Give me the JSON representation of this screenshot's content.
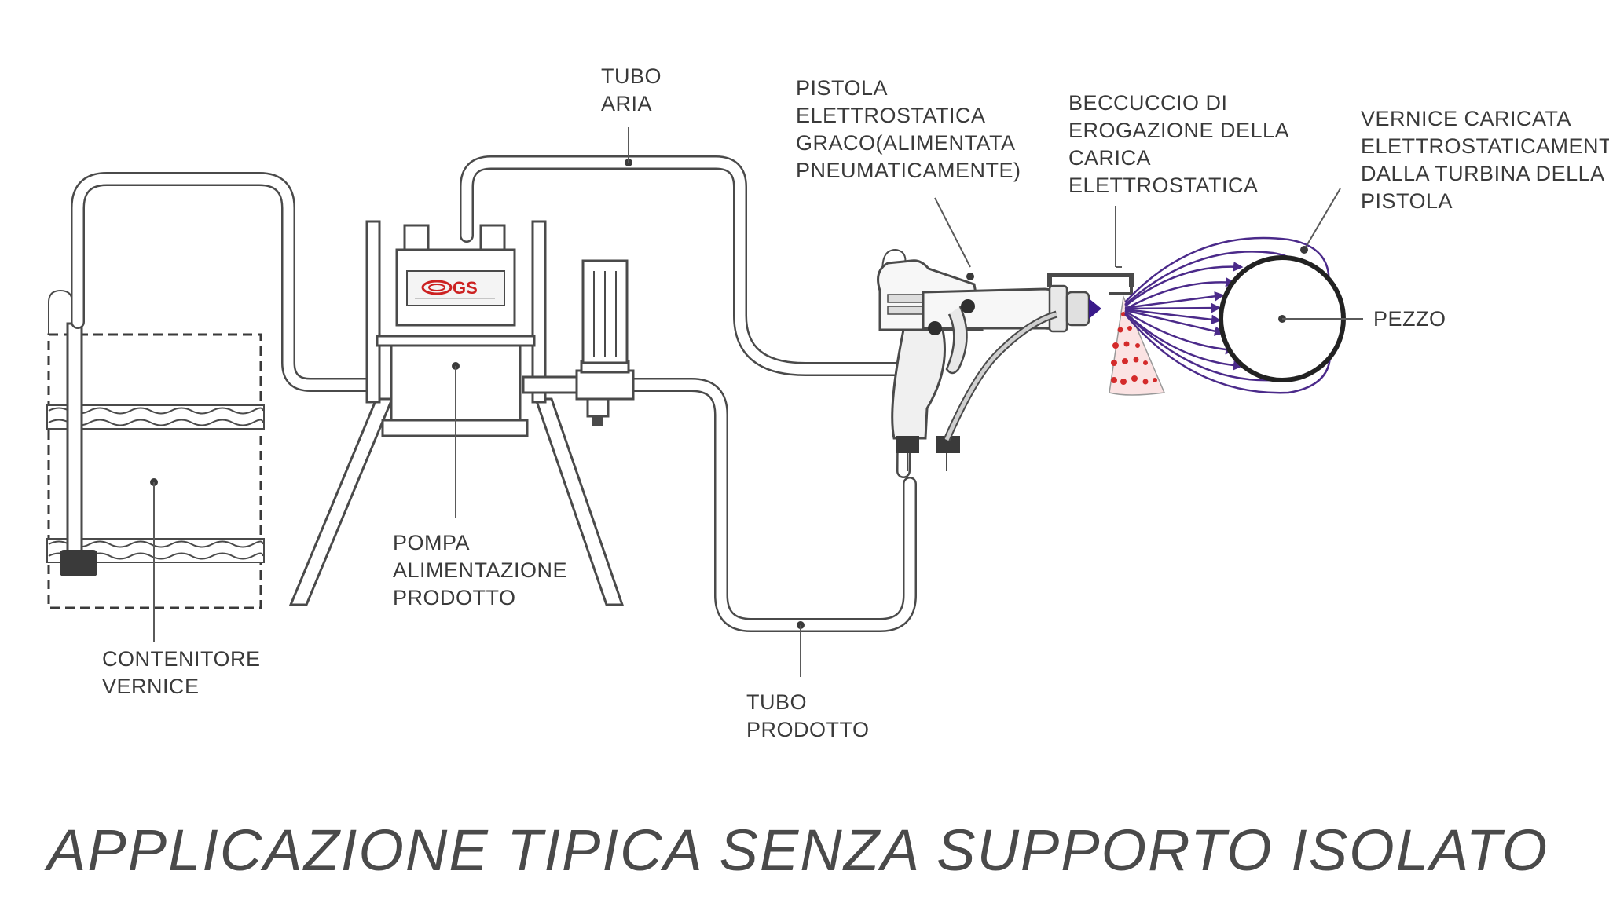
{
  "title": "APPLICAZIONE TIPICA SENZA SUPPORTO ISOLATO",
  "logo_text": "GS",
  "labels": {
    "tubo_aria": [
      "TUBO",
      "ARIA"
    ],
    "pistola": [
      "PISTOLA",
      "ELETTROSTATICA",
      "GRACO(ALIMENTATA",
      "PNEUMATICAMENTE)"
    ],
    "beccuccio": [
      "BECCUCCIO DI",
      "EROGAZIONE DELLA",
      "CARICA",
      "ELETTROSTATICA"
    ],
    "vernice_caricata": [
      "VERNICE CARICATA",
      "ELETTROSTATICAMENTE",
      "DALLA TURBINA DELLA",
      "PISTOLA"
    ],
    "pezzo": [
      "PEZZO"
    ],
    "pompa": [
      "POMPA",
      "ALIMENTAZIONE",
      "PRODOTTO"
    ],
    "contenitore": [
      "CONTENITORE",
      "VERNICE"
    ],
    "tubo_prodotto": [
      "TUBO",
      "PRODOTTO"
    ]
  },
  "colors": {
    "line": "#4a4a4a",
    "spray_red": "#d42a2a",
    "field_lines": "#4b2a8a",
    "logo_red": "#cc2222"
  }
}
